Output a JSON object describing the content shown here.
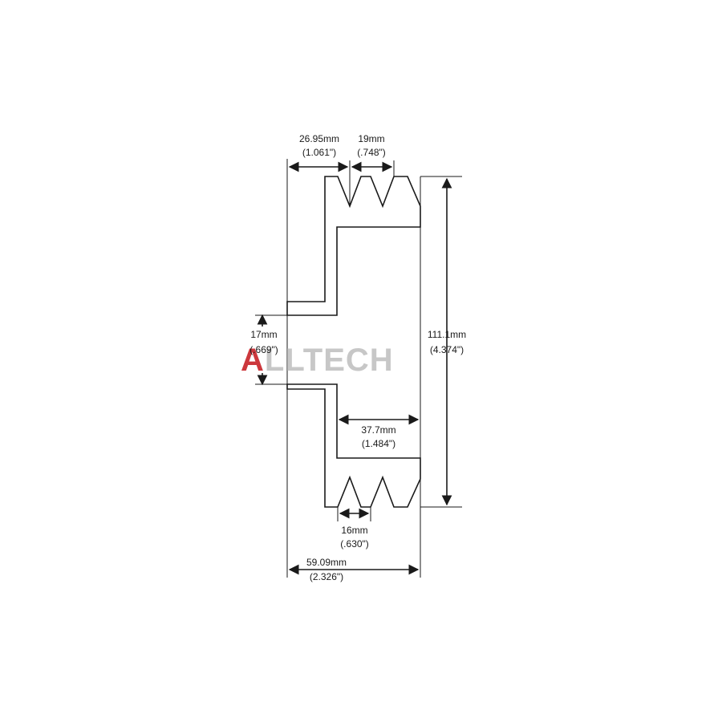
{
  "watermark": {
    "text": "ALLTECH",
    "colors": {
      "accent": "#c4161c",
      "main": "#b5b5b5"
    }
  },
  "dimensions": {
    "groove_offset": {
      "mm": "26.95mm",
      "inch": "(1.061\")"
    },
    "groove_pitch_top": {
      "mm": "19mm",
      "inch": "(.748\")"
    },
    "bore": {
      "mm": "17mm",
      "inch": "(.669\")"
    },
    "outer_diameter": {
      "mm": "111.1mm",
      "inch": "(4.374\")"
    },
    "hub_width": {
      "mm": "37.7mm",
      "inch": "(1.484\")"
    },
    "groove_pitch_bottom": {
      "mm": "16mm",
      "inch": "(.630\")"
    },
    "overall_width": {
      "mm": "59.09mm",
      "inch": "(2.326\")"
    }
  },
  "colors": {
    "line": "#1a1a1a",
    "hatch": "#d4d4d4"
  }
}
